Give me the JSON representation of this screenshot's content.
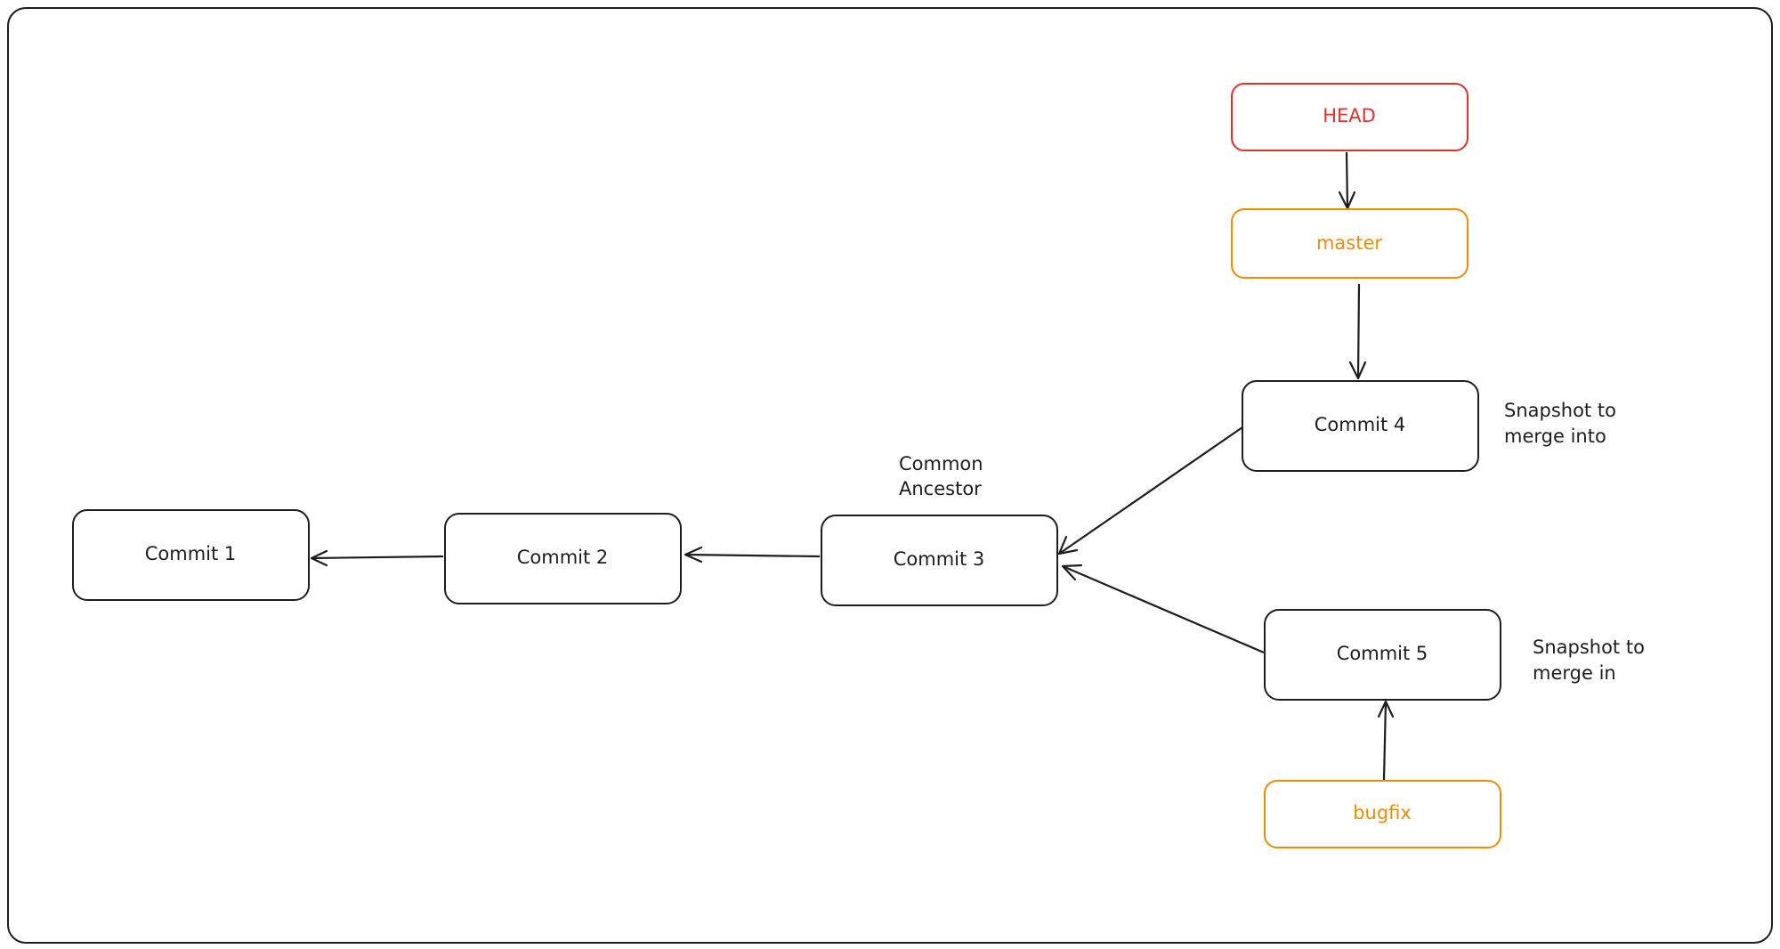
{
  "nodes": {
    "head": "HEAD",
    "master": "master",
    "commit1": "Commit 1",
    "commit2": "Commit 2",
    "commit3": "Commit 3",
    "commit4": "Commit 4",
    "commit5": "Commit 5",
    "bugfix": "bugfix"
  },
  "annotations": {
    "common_ancestor": [
      "Common",
      "Ancestor"
    ],
    "merge_into": [
      "Snapshot to",
      "merge into"
    ],
    "merge_in": [
      "Snapshot to",
      "merge in"
    ]
  },
  "colors": {
    "stroke": "#1e1e1e",
    "head": "#e03131",
    "branch": "#f08c00"
  }
}
